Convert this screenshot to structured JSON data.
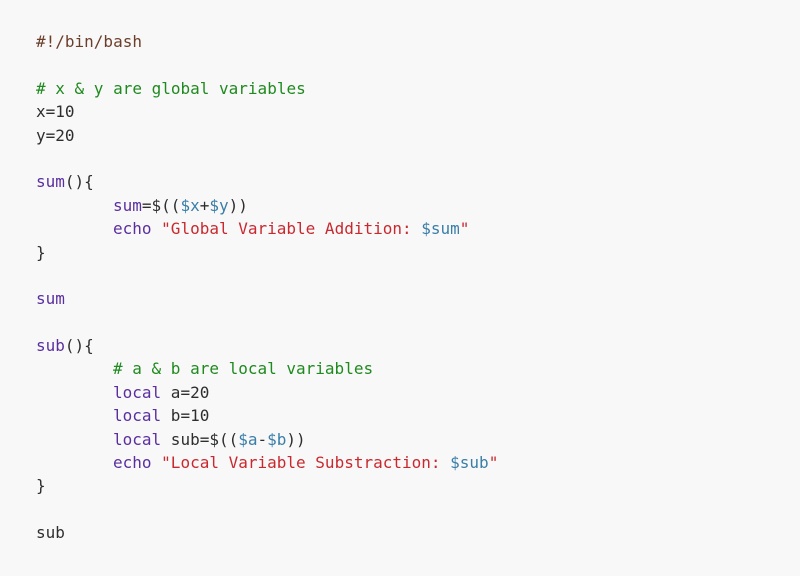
{
  "code": {
    "shebang": "#!/bin/bash",
    "comment_global": "# x & y are global variables",
    "assign_x": "x=10",
    "assign_y": "y=20",
    "sum_func_name": "sum",
    "func_open": "(){",
    "sum_assign_name": "sum",
    "sum_assign_open": "=$((",
    "var_x": "$x",
    "plus": "+",
    "var_y": "$y",
    "close_parens": "))",
    "echo_kw": "echo",
    "sum_echo_str": "\"Global Variable Addition: ",
    "var_sum": "$sum",
    "quote_close": "\"",
    "brace_close": "}",
    "sum_call": "sum",
    "sub_func_name": "sub",
    "comment_local": "# a & b are local variables",
    "local_kw": "local",
    "local_a": " a=20",
    "local_b": " b=10",
    "local_sub_assign": " sub=$((",
    "var_a": "$a",
    "minus": "-",
    "var_b": "$b",
    "sub_echo_str": "\"Local Variable Substraction: ",
    "var_sub": "$sub",
    "sub_call": "sub"
  }
}
